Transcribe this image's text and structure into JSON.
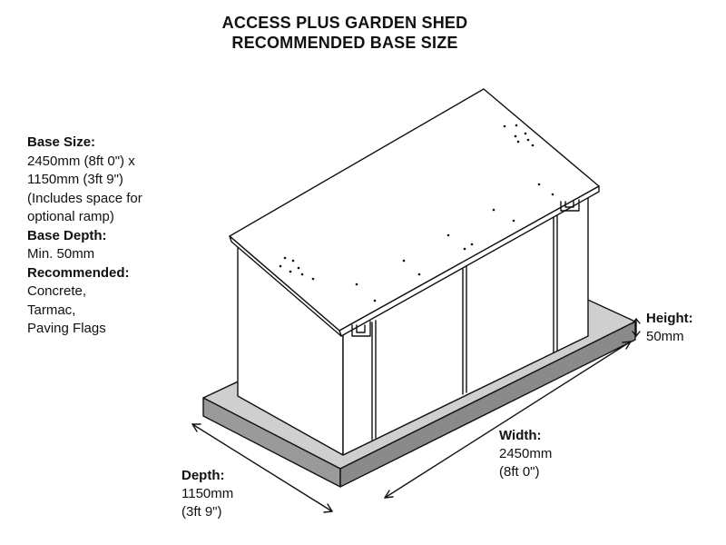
{
  "title": {
    "line1": "ACCESS PLUS GARDEN SHED",
    "line2": "RECOMMENDED BASE SIZE"
  },
  "notes": {
    "base_size_heading": "Base Size:",
    "base_size_lines": [
      "2450mm (8ft 0\") x",
      "1150mm (3ft 9\")",
      "(Includes space for",
      "optional ramp)"
    ],
    "base_depth_heading": "Base Depth:",
    "base_depth_value": "Min. 50mm",
    "recommended_heading": "Recommended:",
    "recommended_items": [
      "Concrete,",
      "Tarmac,",
      "Paving Flags"
    ]
  },
  "dimensions": {
    "height": {
      "heading": "Height:",
      "value": "50mm"
    },
    "width": {
      "heading": "Width:",
      "value_mm": "2450mm",
      "value_ft": "(8ft 0\")"
    },
    "depth": {
      "heading": "Depth:",
      "value_mm": "1150mm",
      "value_ft": "(3ft 9\")"
    }
  },
  "colors": {
    "line": "#111111",
    "base_top": "#cfcfcf",
    "base_front": "#9a9a9a",
    "base_side": "#8a8a8a",
    "shed": "#ffffff"
  }
}
